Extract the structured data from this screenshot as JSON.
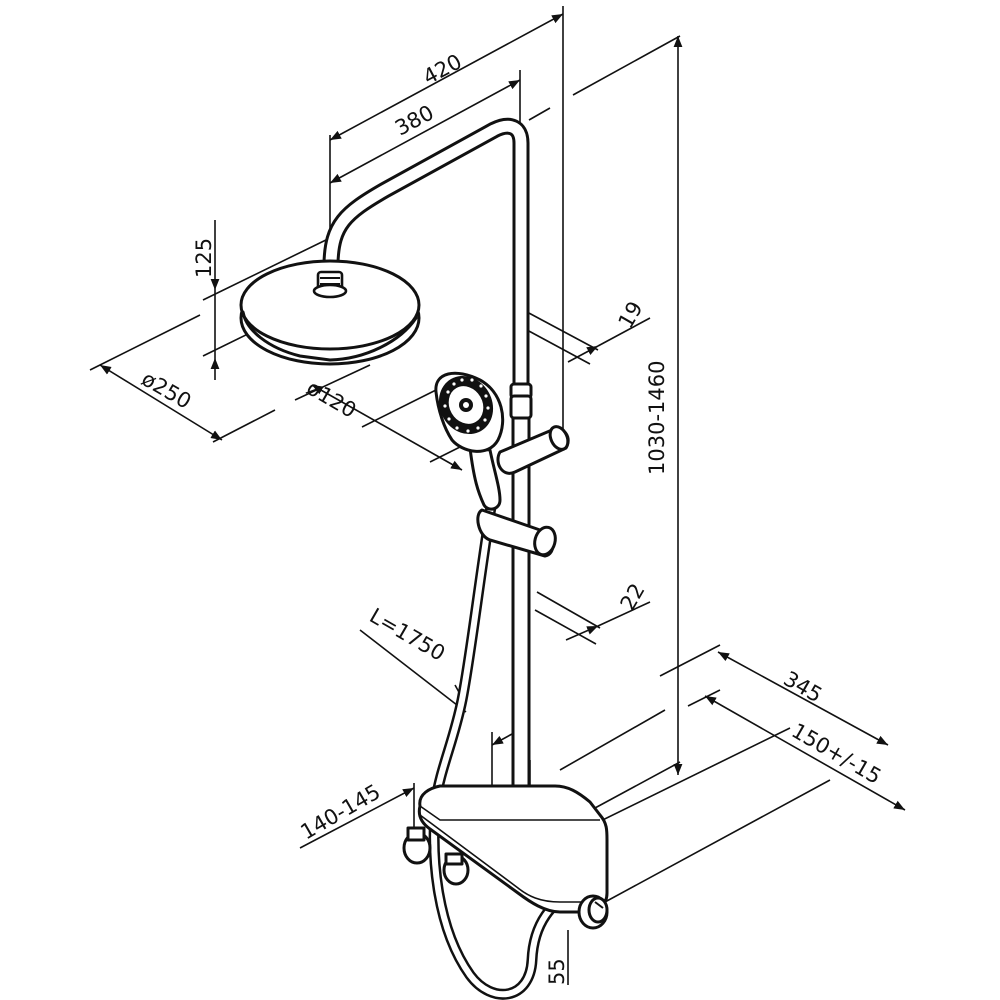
{
  "drawing": {
    "ink_color": "#111111",
    "background_color": "#ffffff"
  },
  "dimensions": {
    "d420": "420",
    "d380": "380",
    "d125": "125",
    "d250": "ø250",
    "d120": "ø120",
    "d19": "19",
    "d1030": "1030-1460",
    "d22": "22",
    "hose": "L=1750",
    "d345": "345",
    "d150": "150+/-15",
    "d140": "140-145",
    "d55": "55"
  }
}
